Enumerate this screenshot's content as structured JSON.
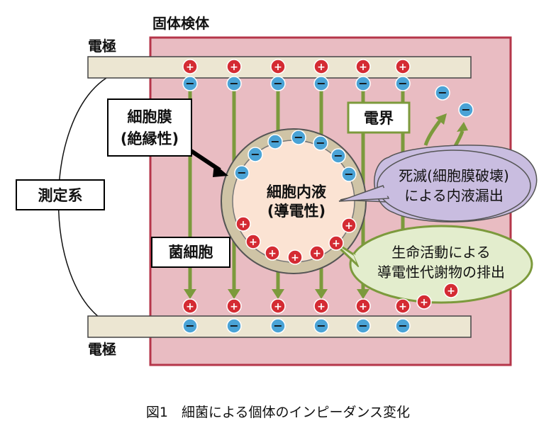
{
  "labels": {
    "solid_sample": "固体検体",
    "electrode_top": "電極",
    "electrode_bottom": "電極",
    "measurement_system": "測定系",
    "membrane_line1": "細胞膜",
    "membrane_line2": "(絶縁性)",
    "fluid_line1": "細胞内液",
    "fluid_line2": "(導電性)",
    "bacterial_cell": "菌細胞",
    "electric_field": "電界",
    "death_line1": "死滅(細胞膜破壊)",
    "death_line2": "による内液漏出",
    "life_line1": "生命活動による",
    "life_line2": "導電性代謝物の排出",
    "caption": "図1　細菌による個体のインピーダンス変化"
  },
  "charges": {
    "plus": "+",
    "minus": "−"
  },
  "colors": {
    "sample_fill": "#e9bcc2",
    "sample_border": "#b5364a",
    "electrode_fill": "#ece6d2",
    "field_arrow": "#7c9a3c",
    "cell_fill": "#fbe3d3",
    "cell_ring": "#cfc4a6",
    "positive_ion": "#d42b33",
    "negative_ion": "#4aa3d6",
    "death_bubble": "#c9bde0",
    "life_bubble": "#e3edcd"
  }
}
